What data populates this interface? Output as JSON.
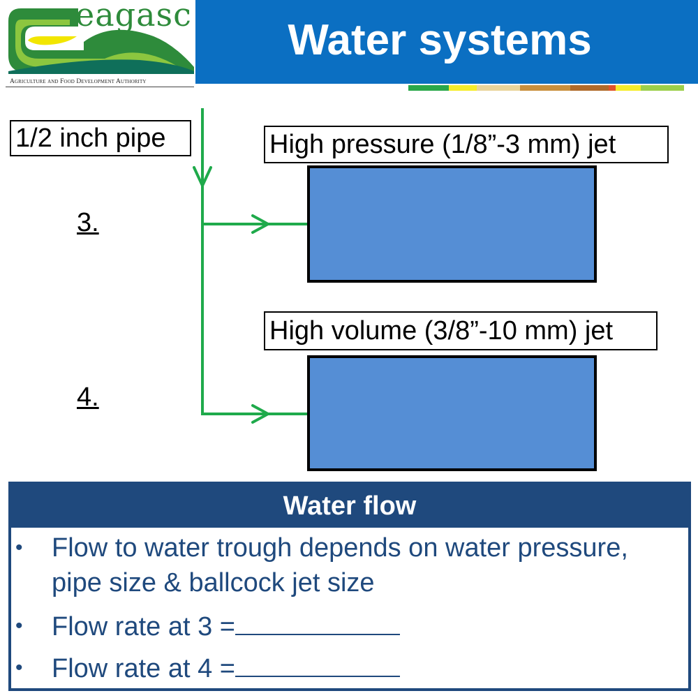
{
  "logo": {
    "wordmark": "eagasc",
    "subtitle": "Agriculture and Food Development Authority",
    "colors": {
      "dark_green": "#2e8b3b",
      "light_green": "#8cc63f",
      "yellow": "#f2e600",
      "teal": "#0f6f5a"
    }
  },
  "header": {
    "title": "Water systems",
    "bar_color": "#0b6fc2",
    "strip_colors": [
      "#ffffff",
      "#2aa84a",
      "#f5ec2a",
      "#e9d49a",
      "#c98f3c",
      "#b06a2a",
      "#e2532a",
      "#f5ec2a",
      "#9ccf4a"
    ]
  },
  "diagram": {
    "pipe_label": "1/2 inch pipe",
    "branch_3": {
      "number": "3.",
      "jet_label": "High pressure (1/8”-3 mm) jet"
    },
    "branch_4": {
      "number": "4.",
      "jet_label": "High volume (3/8”-10 mm) jet"
    },
    "pipe_color": "#1faa4b",
    "trough_color": "#558ed5"
  },
  "panel": {
    "title": "Water flow",
    "bullet_symbol": "•",
    "bullets": [
      {
        "text": "Flow to water trough depends on water pressure, pipe size & ballcock jet size"
      },
      {
        "text": "Flow rate at 3 ="
      },
      {
        "text": "Flow rate at 4 ="
      }
    ],
    "color": "#1f497d"
  }
}
